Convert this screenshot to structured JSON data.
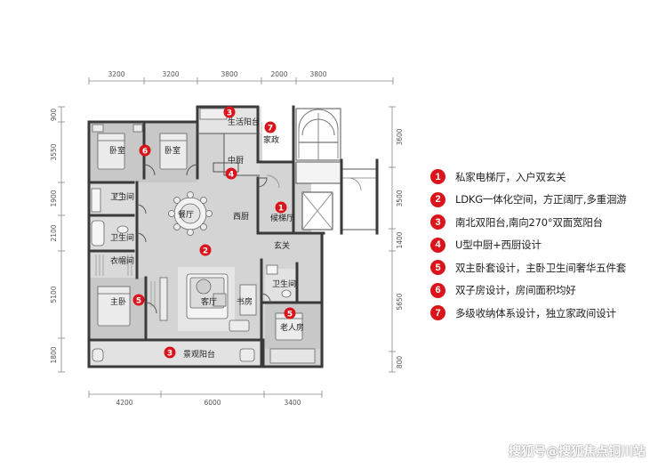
{
  "plan": {
    "dimensions_top": [
      "3200",
      "3200",
      "3800",
      "2000",
      "3800"
    ],
    "dimensions_bottom": [
      "4200",
      "6000",
      "3400"
    ],
    "dimensions_left": [
      "900",
      "3550",
      "1900",
      "2100",
      "5100",
      "1800"
    ],
    "dimensions_right": [
      "3600",
      "3500",
      "1400",
      "5650",
      "800"
    ],
    "rooms": {
      "bedroom_a": "卧室",
      "bedroom_b": "卧室",
      "utility_balcony": "生活阳台",
      "housekeeping": "家政",
      "middle_kitchen": "中厨",
      "elevator_hall": "候梯厅",
      "bathroom_a": "卫生间",
      "dining": "餐厅",
      "western_kitchen": "西厨",
      "bathroom_b": "卫生间",
      "entrance": "玄关",
      "cloakroom": "衣帽间",
      "bathroom_c": "卫生间",
      "master_bedroom": "主卧",
      "living_room": "客厅",
      "study": "书房",
      "elder_room": "老人房",
      "view_balcony": "景观阳台"
    },
    "markers": {
      "m_bedroom": "6",
      "m_utility": "3",
      "m_housekeeping": "7",
      "m_kitchen": "4",
      "m_elevator": "1",
      "m_living": "2",
      "m_master": "5",
      "m_elder": "5",
      "m_balcony": "3"
    }
  },
  "legend": {
    "items": [
      {
        "num": "1",
        "text": "私家电梯厅，入户双玄关"
      },
      {
        "num": "2",
        "text": "LDKG一体化空间，方正阔厅,多重洄游"
      },
      {
        "num": "3",
        "text": "南北双阳台,南向270°双面宽阳台"
      },
      {
        "num": "4",
        "text": "U型中厨+西厨设计"
      },
      {
        "num": "5",
        "text": "双主卧套设计，主卧卫生间奢华五件套"
      },
      {
        "num": "6",
        "text": "双子房设计，房间面积均好"
      },
      {
        "num": "7",
        "text": "多级收纳体系设计，独立家政间设计"
      }
    ]
  },
  "watermark": "搜狐号@搜狐焦点铜川站",
  "colors": {
    "marker": "#d9141b",
    "wall": "#3a3a3a",
    "floor": "#d2d2d2",
    "dim_line": "#888888"
  }
}
